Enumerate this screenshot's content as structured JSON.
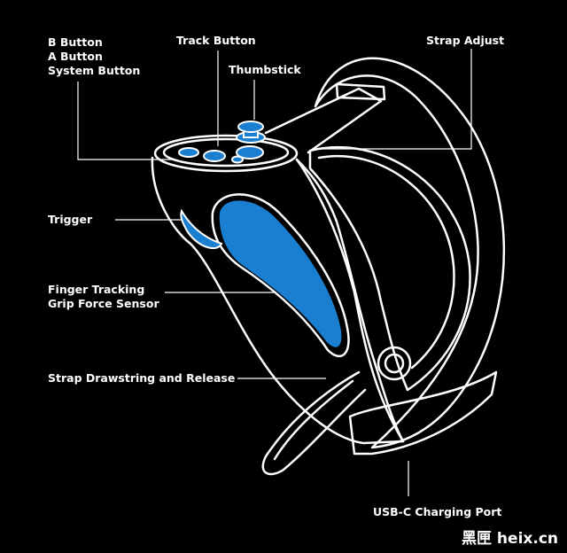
{
  "colors": {
    "background": "#000000",
    "outline": "#ffffff",
    "accent": "#1a7fd0",
    "accent_dark": "#0e4f88"
  },
  "labels": {
    "b_button": "B Button",
    "a_button": "A Button",
    "system_button": "System Button",
    "track_button": "Track Button",
    "thumbstick": "Thumbstick",
    "strap_adjust": "Strap Adjust",
    "trigger": "Trigger",
    "finger_tracking": "Finger Tracking",
    "grip_force_sensor": "Grip Force Sensor",
    "strap_drawstring": "Strap Drawstring and Release",
    "usb_c_port": "USB-C Charging Port"
  },
  "watermark": "黑匣 heix.cn"
}
